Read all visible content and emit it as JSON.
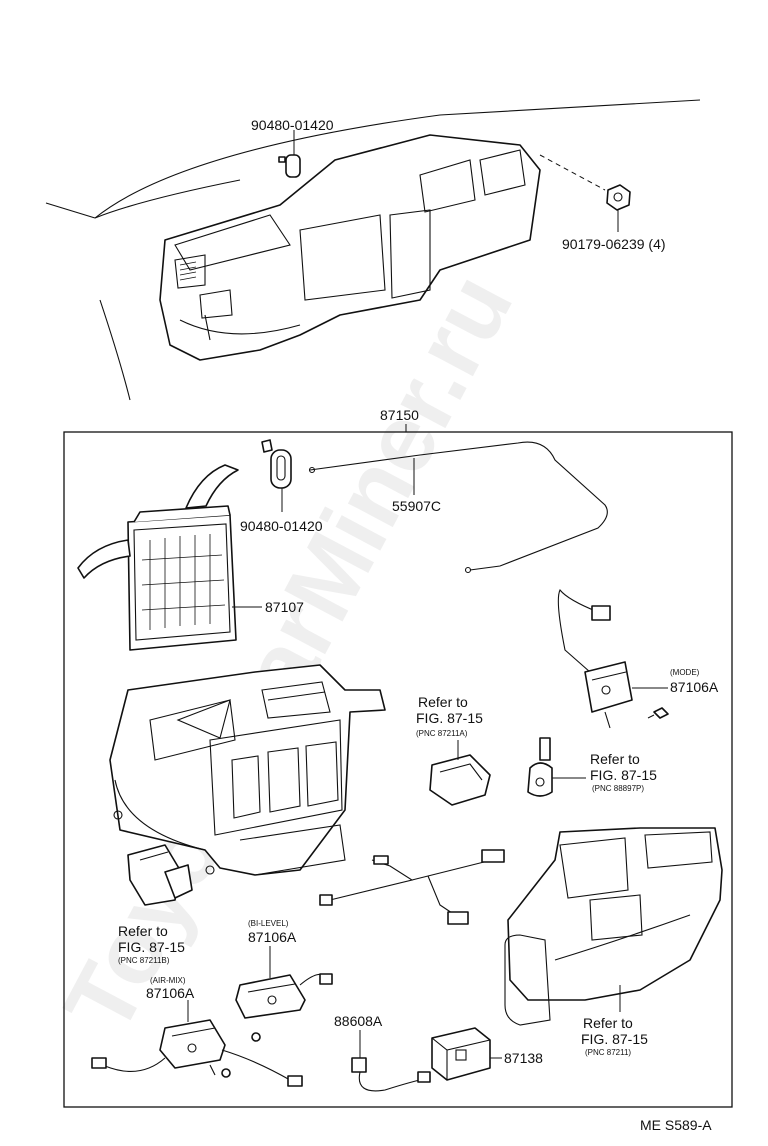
{
  "watermark": "ToyotaCarMiner.ru",
  "figure_code": "ME S589-A",
  "labels": {
    "clip_top": "90480-01420",
    "nut_top": "90179-06239 (4)",
    "assembly": "87150",
    "clip_inner": "90480-01420",
    "cable": "55907C",
    "heater_core": "87107",
    "mode_tag": "(MODE)",
    "mode_part": "87106A",
    "ref_211a_line1": "Refer to",
    "ref_211a_line2": "FIG. 87-15",
    "ref_211a_pnc": "(PNC 87211A)",
    "ref_897_line1": "Refer to",
    "ref_897_line2": "FIG. 87-15",
    "ref_897_pnc": "(PNC 88897P)",
    "ref_211b_line1": "Refer to",
    "ref_211b_line2": "FIG. 87-15",
    "ref_211b_pnc": "(PNC 87211B)",
    "bilevel_tag": "(BI-LEVEL)",
    "bilevel_part": "87106A",
    "airmix_tag": "(AIR-MIX)",
    "airmix_part": "87106A",
    "harness": "88608A",
    "amplifier": "87138",
    "ref_211_line1": "Refer to",
    "ref_211_line2": "FIG. 87-15",
    "ref_211_pnc": "(PNC 87211)"
  }
}
